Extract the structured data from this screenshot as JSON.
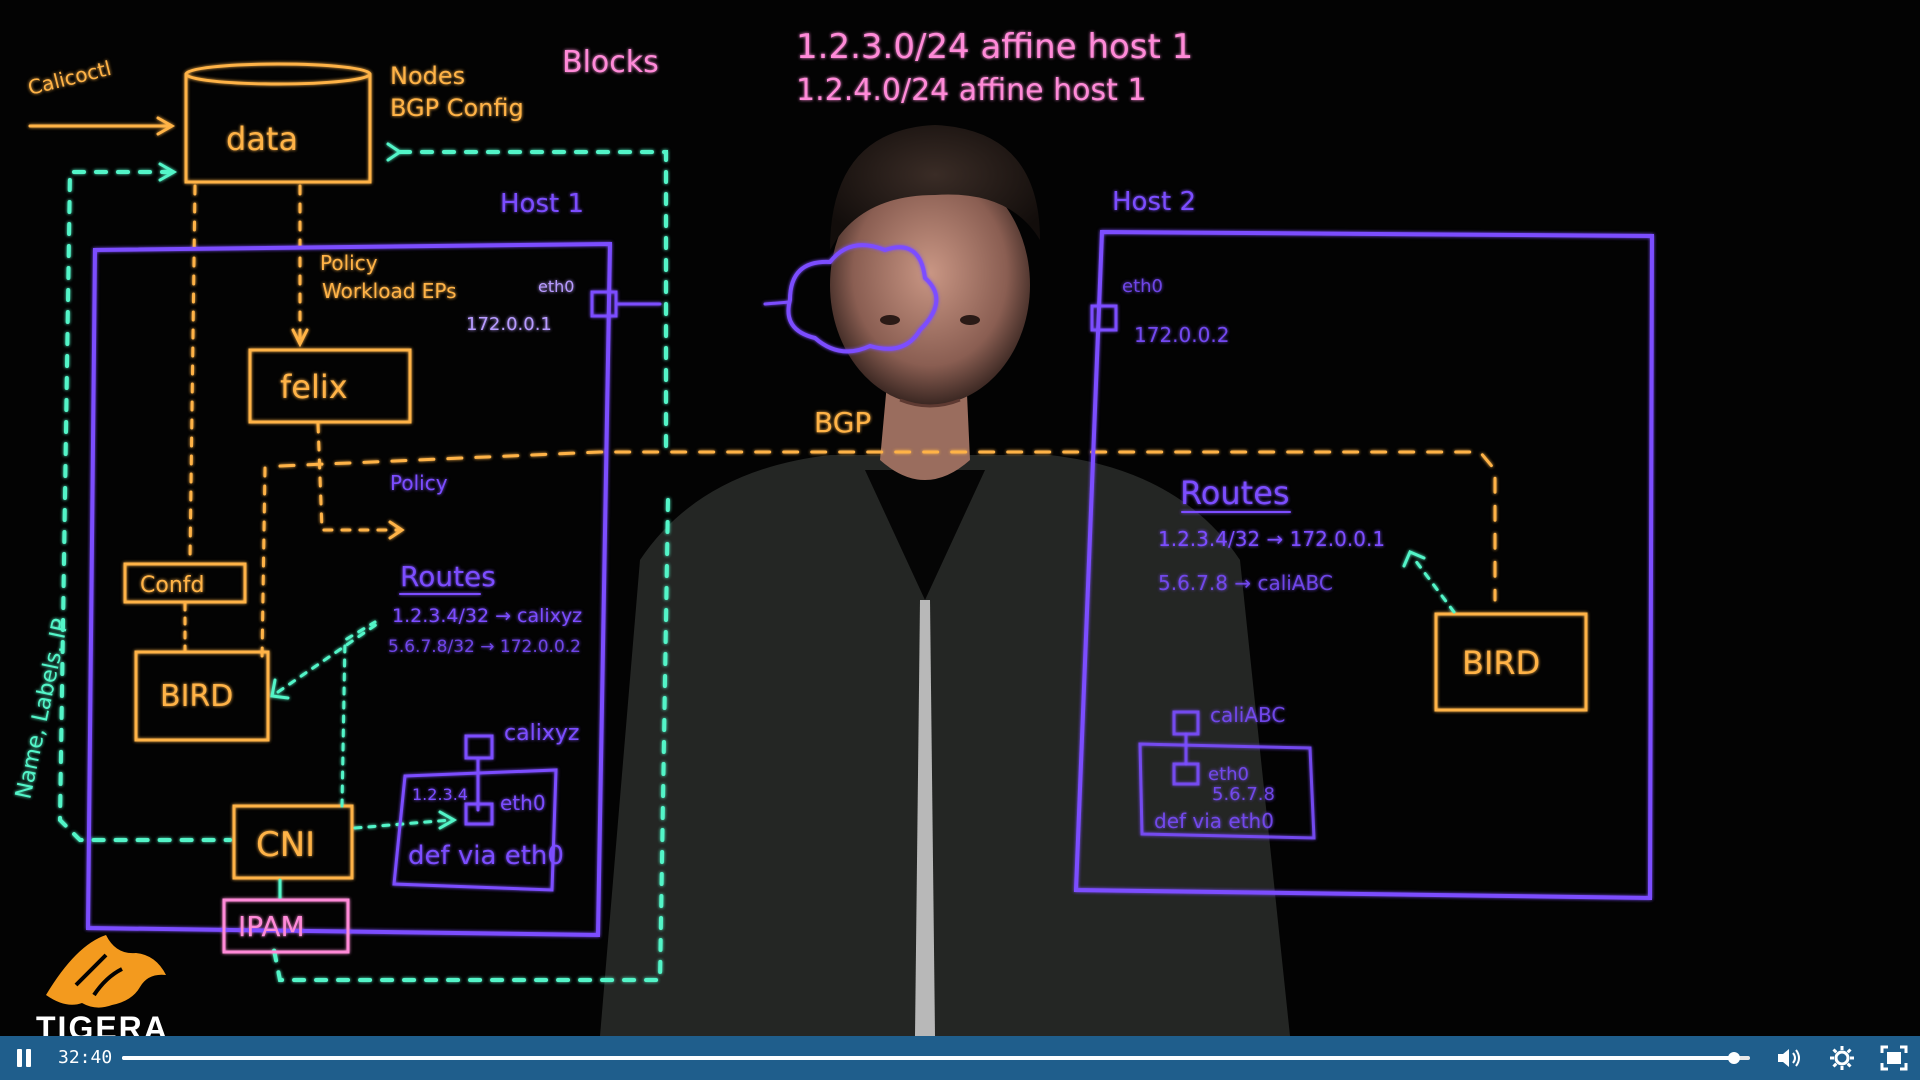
{
  "player": {
    "time": "32:40",
    "progress": 0.99,
    "colors": {
      "bar": "#1f5e8c",
      "track": "#e8e8e8"
    }
  },
  "brand": {
    "name": "TIGERA"
  },
  "board": {
    "header": {
      "line1": "1.2.3.0/24  affine  host 1",
      "line2": "1.2.4.0/24  affine  host 1"
    },
    "calicoctl": "Calicoctl",
    "datastore": {
      "label": "data",
      "nodes": "Nodes",
      "bgp_config": "BGP Config"
    },
    "blocks": "Blocks",
    "policy_workload": {
      "line1": "Policy",
      "line2": "Workload EPs"
    },
    "side_labels": "Name, Labels, IP",
    "host1": {
      "title": "Host 1",
      "eth0": "eth0",
      "ip": "172.0.0.1",
      "felix": "felix",
      "policy": "Policy",
      "confd": "Confd",
      "bird": "BIRD",
      "cni": "CNI",
      "ipam": "IPAM",
      "routes_title": "Routes",
      "routes": [
        "1.2.3.4/32 → calixyz",
        "5.6.7.8/32 → 172.0.0.2"
      ],
      "cali": "calixyz",
      "pod": {
        "ip": "1.2.3.4",
        "eth0": "eth0",
        "def": "def via eth0"
      }
    },
    "bgp": "BGP",
    "host2": {
      "title": "Host 2",
      "eth0": "eth0",
      "ip": "172.0.0.2",
      "routes_title": "Routes",
      "routes": [
        "1.2.3.4/32 → 172.0.0.1",
        "5.6.7.8 → caliABC"
      ],
      "bird": "BIRD",
      "cali": "caliABC",
      "pod": {
        "eth0": "eth0",
        "ip": "5.6.7.8",
        "def": "def via eth0"
      }
    },
    "colors": {
      "orange": "#ffb347",
      "purple": "#7b4dff",
      "cyan": "#52f5c8",
      "pink": "#ff8ad8",
      "lavender": "#b89bff"
    }
  }
}
